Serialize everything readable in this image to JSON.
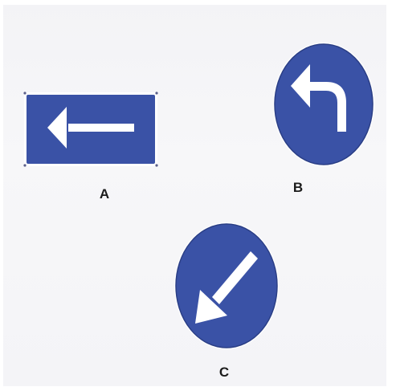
{
  "colors": {
    "sign_blue": "#3a52a6",
    "sign_edge": "#2b3f86",
    "arrow_white": "#ffffff"
  },
  "signs": [
    {
      "id": "A",
      "label": "A",
      "shape": "rectangle",
      "icon": "arrow-left-icon"
    },
    {
      "id": "B",
      "label": "B",
      "shape": "circle",
      "icon": "turn-left-icon"
    },
    {
      "id": "C",
      "label": "C",
      "shape": "circle",
      "icon": "arrow-down-left-icon"
    }
  ]
}
